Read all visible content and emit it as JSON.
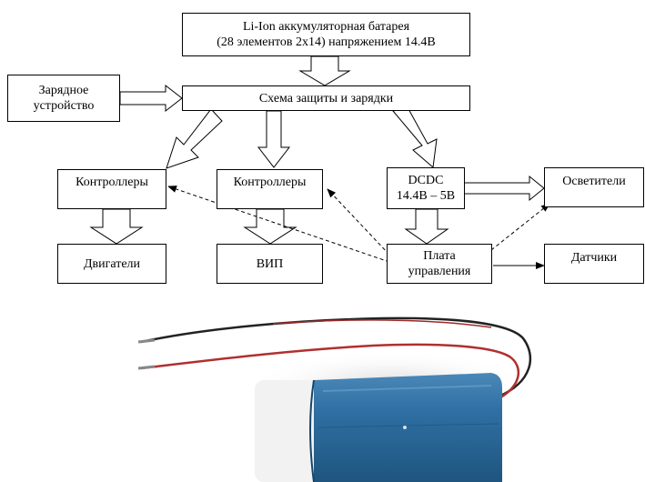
{
  "blocks": {
    "battery": {
      "line1": "Li-Ion аккумуляторная батарея",
      "line2": "(28 элементов 2x14) напряжением 14.4В"
    },
    "charger": {
      "line1": "Зарядное",
      "line2": "устройство"
    },
    "protection": {
      "label": "Схема защиты и зарядки"
    },
    "controllers_left": {
      "label": "Контроллеры"
    },
    "controllers_mid": {
      "label": "Контроллеры"
    },
    "dcdc": {
      "line1": "DCDC",
      "line2": "14.4В – 5В"
    },
    "lights": {
      "label": "Осветители"
    },
    "motors": {
      "label": "Двигатели"
    },
    "vip": {
      "label": "ВИП"
    },
    "control_board": {
      "line1": "Плата",
      "line2": "управления"
    },
    "sensors": {
      "label": "Датчики"
    }
  },
  "colors": {
    "battery_wrap": "#2f6fa3",
    "wire_red": "#b0302f",
    "wire_black": "#222222"
  }
}
